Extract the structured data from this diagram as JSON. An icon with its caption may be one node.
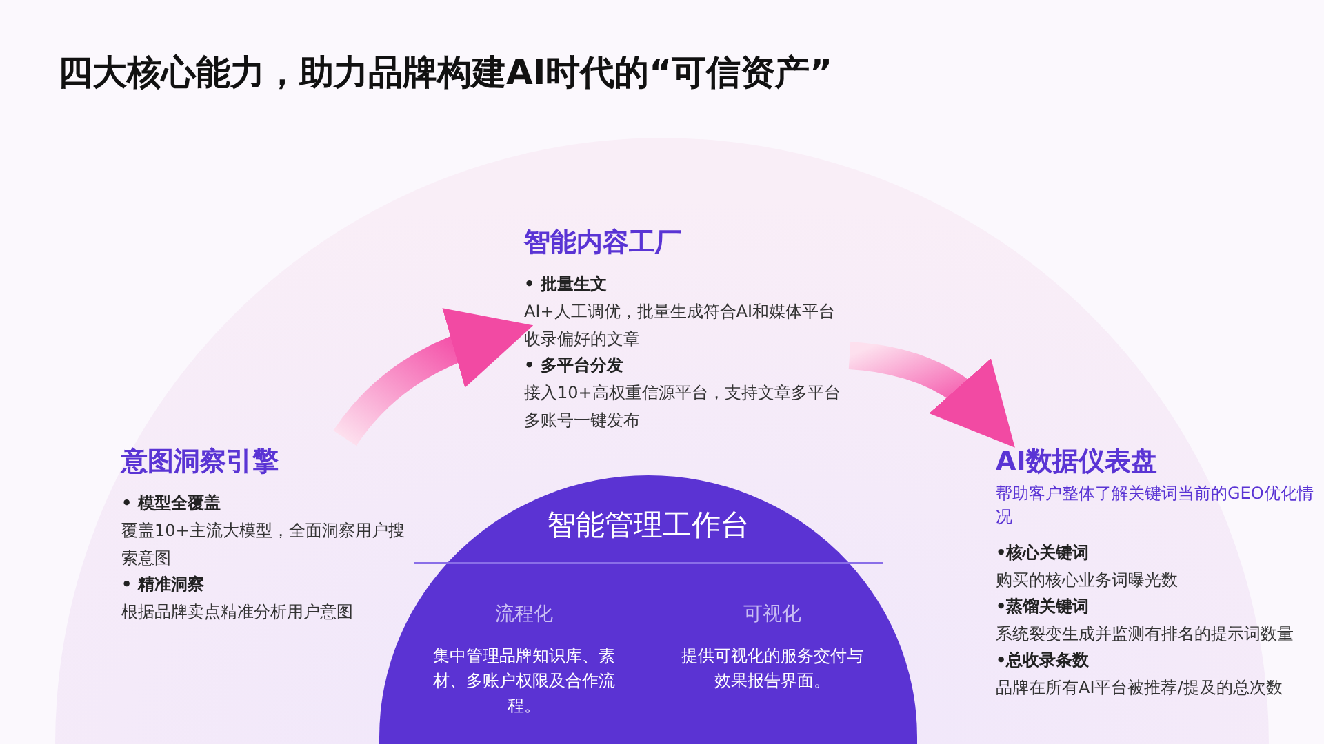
{
  "diagram": {
    "title": "四大核心能力，助力品牌构建AI时代的“可信资产”",
    "nodes": [
      {
        "text": [
          "意图洞察引擎",
          "• 模型全覆盖",
          "覆盖10+主流大模型，全面洞察用户搜索意图",
          "• 精准洞察",
          "根据品牌卖点精准分析用户意图"
        ]
      },
      {
        "text": [
          "智能内容工厂",
          "• 批量生文",
          "AI+人工调优，批量生成符合AI和媒体平台收录偏好的文章",
          "• 多平台分发",
          "接入10+高权重信源平台，支持文章多平台多账号一键发布"
        ]
      },
      {
        "text": [
          "AI数据仪表盘",
          "帮助客户整体了解关键词当前的GEO优化情况",
          "•核心关键词",
          "购买的核心业务词曝光数",
          "•蒸馏关键词",
          "系统裂变生成并监测有排名的提示词数量",
          "•总收录条数",
          "品牌在所有AI平台被推荐/提及的总次数"
        ]
      },
      {
        "text": [
          "智能管理工作台"
        ]
      },
      {
        "text": [
          "流程化",
          "集中管理品牌知识库、素材、多账户权限及合作流程。"
        ],
        "in": 3
      },
      {
        "text": [
          "可视化",
          "提供可视化的服务交付与效果报告界面。"
        ],
        "in": 3
      }
    ],
    "edges": [
      {
        "from": 0,
        "to": 1,
        "arrow": "to"
      },
      {
        "from": 1,
        "to": 2,
        "arrow": "to"
      }
    ]
  }
}
